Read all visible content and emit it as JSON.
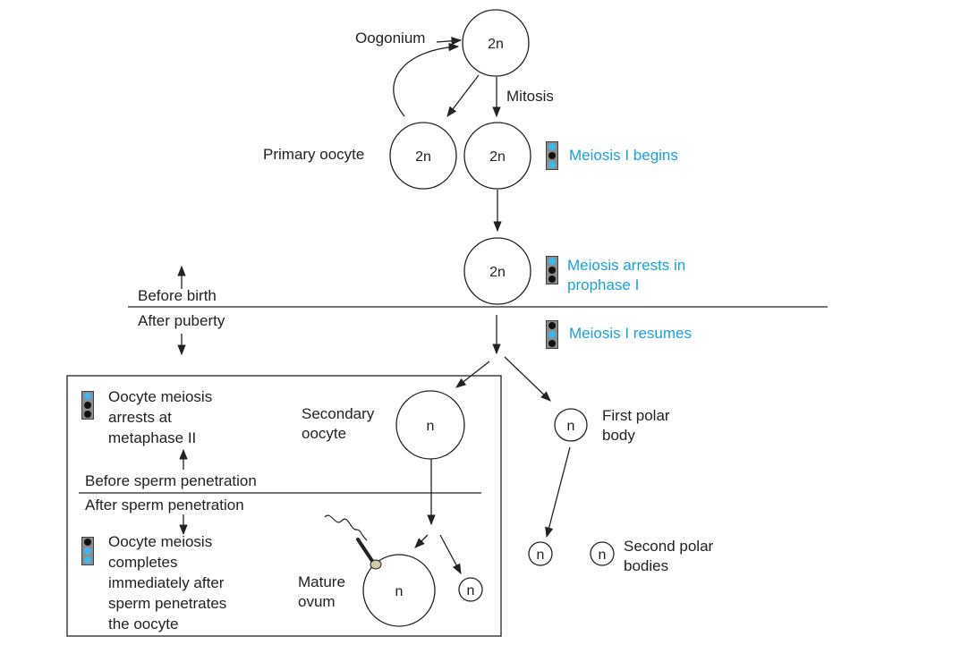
{
  "diagram": {
    "cells": {
      "oogonium": "2n",
      "primary_oocyte_left": "2n",
      "primary_oocyte_right": "2n",
      "arrested_oocyte": "2n",
      "secondary_oocyte": "n",
      "first_polar_body": "n",
      "mature_ovum": "n",
      "mature_ovum_polar": "n",
      "second_polar_body_1": "n",
      "second_polar_body_2": "n"
    },
    "labels": {
      "oogonium": "Oogonium",
      "mitosis": "Mitosis",
      "primary_oocyte": "Primary oocyte",
      "before_birth": "Before birth",
      "after_puberty": "After puberty",
      "secondary_oocyte_line1": "Secondary",
      "secondary_oocyte_line2": "oocyte",
      "first_polar_body_line1": "First polar",
      "first_polar_body_line2": "body",
      "second_polar_bodies_line1": "Second polar",
      "second_polar_bodies_line2": "bodies",
      "mature_ovum_line1": "Mature",
      "mature_ovum_line2": "ovum",
      "before_sperm_penetration": "Before sperm penetration",
      "after_sperm_penetration": "After sperm penetration"
    },
    "stages": {
      "meiosis_i_begins": "Meiosis I begins",
      "meiosis_arrests_line1": "Meiosis arrests in",
      "meiosis_arrests_line2": "prophase I",
      "meiosis_i_resumes": "Meiosis I resumes",
      "arrest_metaphase_line1": "Oocyte meiosis",
      "arrest_metaphase_line2": "arrests at",
      "arrest_metaphase_line3": "metaphase II",
      "completes_line1": "Oocyte meiosis",
      "completes_line2": "completes",
      "completes_line3": "immediately after",
      "completes_line4": "sperm penetrates",
      "completes_line5": "the oocyte"
    },
    "colors": {
      "stage_text": "#1aa0e0",
      "indicator_on": "#3db8ef",
      "indicator_off": "#111111",
      "indicator_body": "#8c8c8c"
    },
    "icons": [
      "traffic-light-icon",
      "sperm-icon",
      "arrow-icon"
    ]
  }
}
